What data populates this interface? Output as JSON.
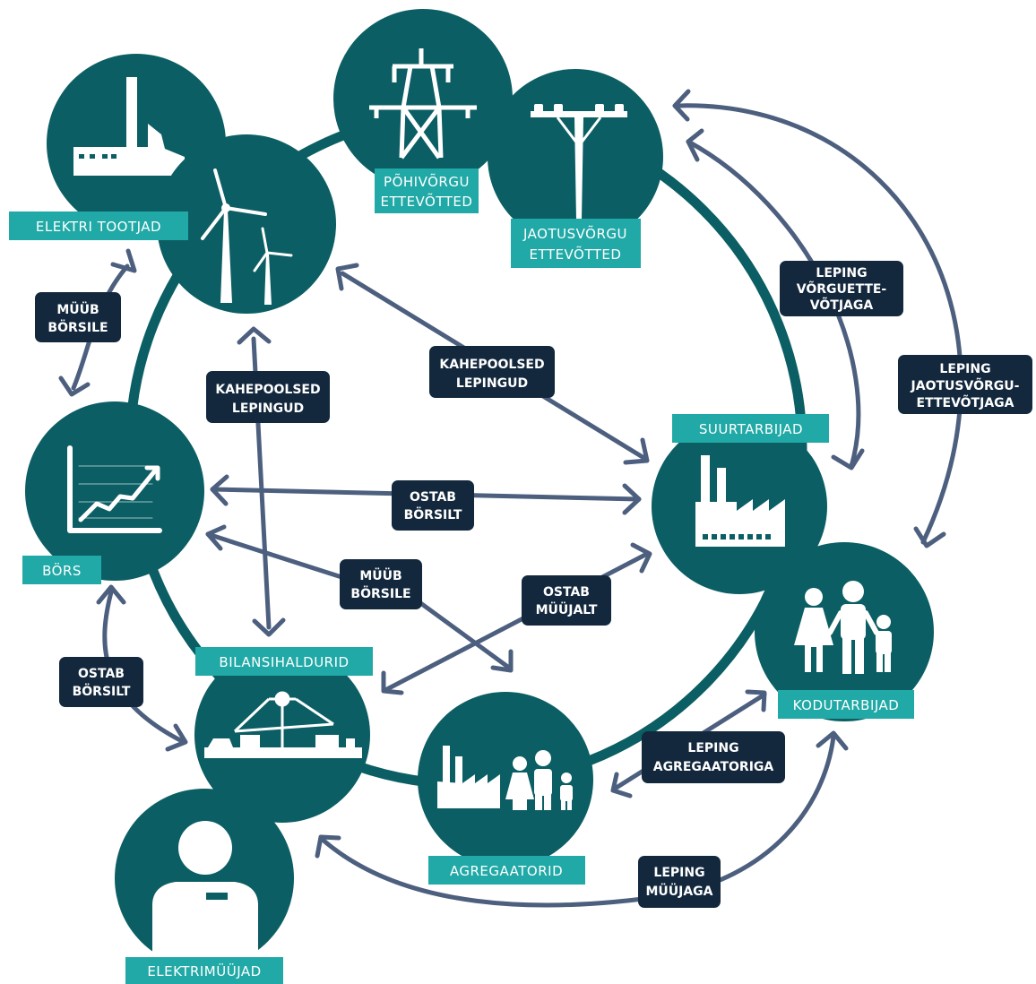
{
  "colors": {
    "circle": "#0b5e63",
    "ring": "#0b5e63",
    "teal_label": "#20a9a6",
    "dark_label": "#13283d",
    "arrow": "#4d5f7e"
  },
  "nodes": {
    "elektri_tootjad": {
      "label": "ELEKTRI TOOTJAD",
      "icon": "factory-icon"
    },
    "tuul": {
      "icon": "wind-turbine-icon"
    },
    "pohivorgu": {
      "line1": "PÕHIVÕRGU",
      "line2": "ETTEVÕTTED",
      "icon": "transmission-tower-icon"
    },
    "jaotusvorgu": {
      "line1": "JAOTUSVÕRGU",
      "line2": "ETTEVÕTTED",
      "icon": "utility-pole-icon"
    },
    "bors": {
      "label": "BÖRS",
      "icon": "stock-chart-icon"
    },
    "suurtarbijad": {
      "label": "SUURTARBIJAD",
      "icon": "industrial-factory-icon"
    },
    "kodutarbijad": {
      "label": "KODUTARBIJAD",
      "icon": "family-icon"
    },
    "bilansihaldurid": {
      "label": "BILANSIHALDURID",
      "icon": "balance-scale-icon"
    },
    "agregaatorid": {
      "label": "AGREGAATORID",
      "icon": "factory-family-icon"
    },
    "elektrimuujad": {
      "label": "ELEKTRIMÜÜJAD",
      "icon": "person-icon"
    }
  },
  "edges": {
    "muub_borsile_1": {
      "line1": "MÜÜB",
      "line2": "BÖRSILE"
    },
    "kahepoolsed_1": {
      "line1": "KAHEPOOLSED",
      "line2": "LEPINGUD"
    },
    "kahepoolsed_2": {
      "line1": "KAHEPOOLSED",
      "line2": "LEPINGUD"
    },
    "leping_vorguettevotjaga": {
      "line1": "LEPING",
      "line2": "VÕRGUETTE-",
      "line3": "VÕTJAGA"
    },
    "leping_jaotusvorgu": {
      "line1": "LEPING",
      "line2": "JAOTUSVÕRGU-",
      "line3": "ETTEVÕTJAGA"
    },
    "ostab_borsilt_1": {
      "line1": "OSTAB",
      "line2": "BÖRSILT"
    },
    "muub_borsile_2": {
      "line1": "MÜÜB",
      "line2": "BÖRSILE"
    },
    "ostab_muujalt": {
      "line1": "OSTAB",
      "line2": "MÜÜJALT"
    },
    "ostab_borsilt_2": {
      "line1": "OSTAB",
      "line2": "BÖRSILT"
    },
    "leping_agregaatoriga": {
      "line1": "LEPING",
      "line2": "AGREGAATORIGA"
    },
    "leping_muujaga": {
      "line1": "LEPING",
      "line2": "MÜÜJAGA"
    }
  }
}
